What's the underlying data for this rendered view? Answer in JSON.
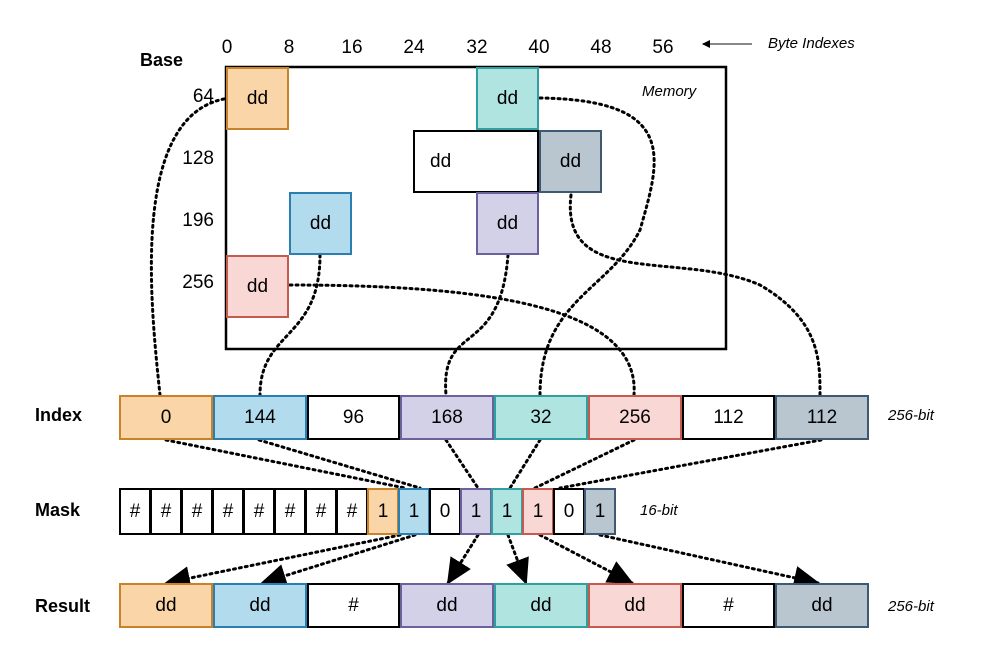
{
  "labels": {
    "base": "Base",
    "byte_indexes": "Byte Indexes",
    "memory": "Memory",
    "index": "Index",
    "mask": "Mask",
    "result": "Result",
    "index_width": "256-bit",
    "mask_width": "16-bit",
    "result_width": "256-bit"
  },
  "byte_ticks": [
    "0",
    "8",
    "16",
    "24",
    "32",
    "40",
    "48",
    "56"
  ],
  "base_rows": [
    "64",
    "128",
    "196",
    "256"
  ],
  "colors": {
    "orange": {
      "fill": "#f9d5a8",
      "stroke": "#c8832a"
    },
    "blue": {
      "fill": "#b2dbee",
      "stroke": "#2b7fb0"
    },
    "purple": {
      "fill": "#d3d1e8",
      "stroke": "#6c619c"
    },
    "teal": {
      "fill": "#b0e4e1",
      "stroke": "#2f9fa0"
    },
    "red": {
      "fill": "#f8d7d4",
      "stroke": "#c55a4f"
    },
    "slate": {
      "fill": "#b9c5cf",
      "stroke": "#3d5a72"
    },
    "white": {
      "fill": "#ffffff",
      "stroke": "#000000"
    }
  },
  "memory_cells": [
    {
      "text": "dd",
      "color": "orange"
    },
    {
      "text": "dd",
      "color": "teal"
    },
    {
      "text": "dd",
      "color": "white"
    },
    {
      "text": "dd",
      "color": "slate"
    },
    {
      "text": "dd",
      "color": "blue"
    },
    {
      "text": "dd",
      "color": "purple"
    },
    {
      "text": "dd",
      "color": "red"
    }
  ],
  "index_row": [
    {
      "text": "0",
      "color": "orange"
    },
    {
      "text": "144",
      "color": "blue"
    },
    {
      "text": "96",
      "color": "white"
    },
    {
      "text": "168",
      "color": "purple"
    },
    {
      "text": "32",
      "color": "teal"
    },
    {
      "text": "256",
      "color": "red"
    },
    {
      "text": "112",
      "color": "white"
    },
    {
      "text": "112",
      "color": "slate"
    }
  ],
  "mask_row": [
    {
      "text": "#",
      "color": "white"
    },
    {
      "text": "#",
      "color": "white"
    },
    {
      "text": "#",
      "color": "white"
    },
    {
      "text": "#",
      "color": "white"
    },
    {
      "text": "#",
      "color": "white"
    },
    {
      "text": "#",
      "color": "white"
    },
    {
      "text": "#",
      "color": "white"
    },
    {
      "text": "#",
      "color": "white"
    },
    {
      "text": "1",
      "color": "orange"
    },
    {
      "text": "1",
      "color": "blue"
    },
    {
      "text": "0",
      "color": "white"
    },
    {
      "text": "1",
      "color": "purple"
    },
    {
      "text": "1",
      "color": "teal"
    },
    {
      "text": "1",
      "color": "red"
    },
    {
      "text": "0",
      "color": "white"
    },
    {
      "text": "1",
      "color": "slate"
    }
  ],
  "result_row": [
    {
      "text": "dd",
      "color": "orange"
    },
    {
      "text": "dd",
      "color": "blue"
    },
    {
      "text": "#",
      "color": "white"
    },
    {
      "text": "dd",
      "color": "purple"
    },
    {
      "text": "dd",
      "color": "teal"
    },
    {
      "text": "dd",
      "color": "red"
    },
    {
      "text": "#",
      "color": "white"
    },
    {
      "text": "dd",
      "color": "slate"
    }
  ]
}
